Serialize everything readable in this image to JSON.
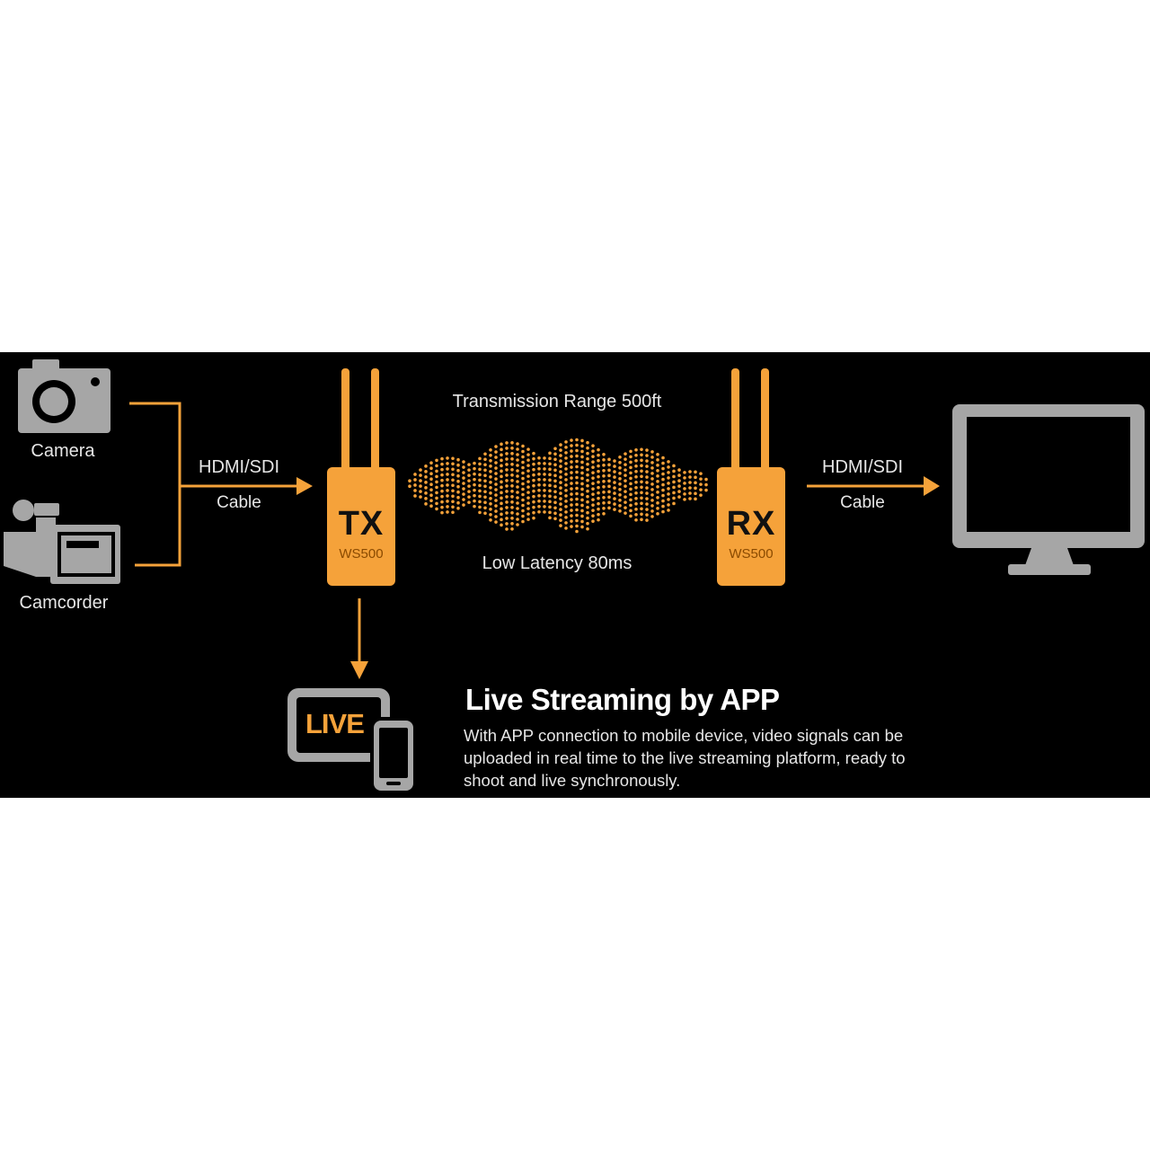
{
  "colors": {
    "background": "#000000",
    "accent_orange": "#f5a23a",
    "device_gray": "#a6a6a6",
    "text": "#e6e6e6"
  },
  "sources": {
    "camera_label": "Camera",
    "camcorder_label": "Camcorder"
  },
  "input_cable": {
    "line1": "HDMI/SDI",
    "line2": "Cable"
  },
  "transmitter": {
    "code": "TX",
    "model": "WS500"
  },
  "wireless": {
    "range_text": "Transmission Range 500ft",
    "latency_text": "Low Latency 80ms"
  },
  "receiver": {
    "code": "RX",
    "model": "WS500"
  },
  "output_cable": {
    "line1": "HDMI/SDI",
    "line2": "Cable"
  },
  "live": {
    "badge": "LIVE",
    "heading": "Live Streaming by APP",
    "description": "With APP connection to mobile device, video signals can be uploaded in real time to the live streaming platform, ready to shoot and live synchronously."
  },
  "icons": [
    "camera-icon",
    "camcorder-icon",
    "transmitter-device",
    "signal-wave-icon",
    "receiver-device",
    "monitor-icon",
    "tablet-icon",
    "phone-icon"
  ]
}
